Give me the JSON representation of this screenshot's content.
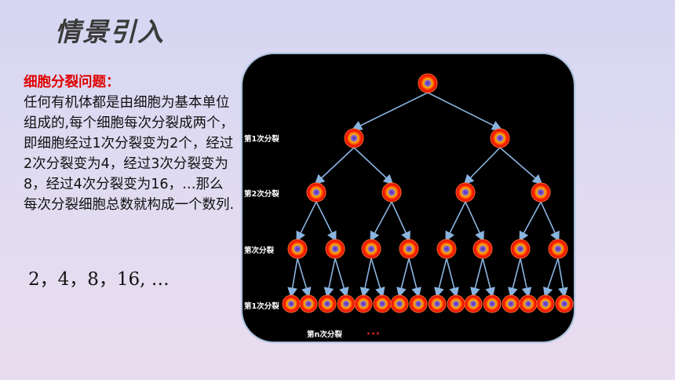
{
  "slide": {
    "title": "情景引入",
    "heading": "细胞分裂问题：",
    "body": "任何有机体都是由细胞为基本单位组成的,每个细胞每次分裂成两个，即细胞经过1次分裂变为2个，经过2次分裂变为4，经过3次分裂变为8，经过4次分裂变为16，…那么每次分裂细胞总数就构成一个数列.",
    "sequence": "2，4，8，16, …"
  },
  "diagram": {
    "levels": [
      {
        "label": "",
        "count": 1
      },
      {
        "label": "第1次分裂",
        "count": 2
      },
      {
        "label": "第2次分裂",
        "count": 4
      },
      {
        "label": "第次分裂",
        "count": 8
      },
      {
        "label": "第1次分裂",
        "count": 16
      }
    ],
    "final_label": "第n次分裂",
    "ellipsis": "...",
    "colors": {
      "arrow": "#8ab4e0",
      "cell_outer": "#ff1a00",
      "cell_core": "#6a3fb0"
    }
  }
}
